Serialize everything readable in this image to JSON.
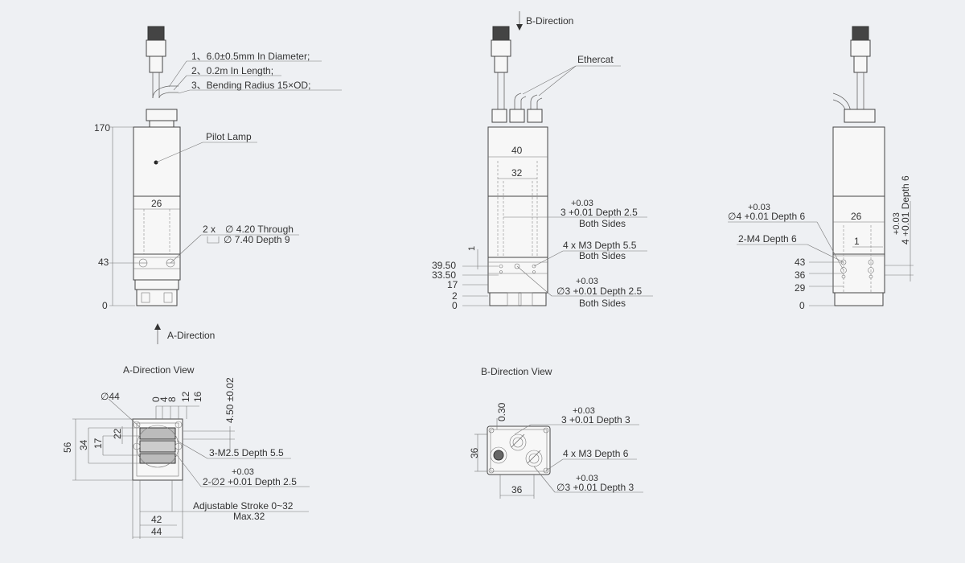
{
  "notes": [
    "1、6.0±0.5mm In Diameter;",
    "2、0.2m In Length;",
    "3、Bending Radius 15×OD;"
  ],
  "labels": {
    "pilot_lamp": "Pilot Lamp",
    "a_direction": "A-Direction",
    "b_direction": "B-Direction",
    "ethercat": "Ethercat",
    "a_view_title": "A-Direction View",
    "b_view_title": "B-Direction View"
  },
  "front_view": {
    "dims": [
      "170",
      "43",
      "0",
      "26"
    ],
    "hole_callout_1": "2 x",
    "hole_callout_2": "∅ 4.20 Through",
    "hole_callout_3": "∅ 7.40 Depth 9"
  },
  "side_view": {
    "dims": [
      "40",
      "32",
      "1",
      "39.50",
      "33.50",
      "17",
      "2",
      "0"
    ],
    "tol_1": [
      "+0.03",
      "3 +0.01 Depth 2.5",
      "Both Sides"
    ],
    "m3_1": [
      "4 x M3 Depth 5.5",
      "Both Sides"
    ],
    "tol_2": [
      "+0.03",
      "∅3 +0.01 Depth 2.5",
      "Both Sides"
    ]
  },
  "right_view": {
    "tol_1": [
      "+0.03",
      "∅4 +0.01 Depth 6"
    ],
    "m4": "2-M4 Depth 6",
    "dims": [
      "26",
      "1",
      "43",
      "36",
      "29",
      "0"
    ],
    "vertical_tol": [
      "+0.03",
      "4 +0.01 Depth 6"
    ]
  },
  "a_view": {
    "dims_top": [
      "0",
      "4",
      "8",
      "12",
      "16"
    ],
    "dia": "∅44",
    "vert_tol": "4.50 ±0.02",
    "left_dims": [
      "56",
      "34",
      "17",
      "22"
    ],
    "m25": "3-M2.5 Depth 5.5",
    "tol": [
      "+0.03",
      "2-∅2 +0.01 Depth 2.5"
    ],
    "stroke": [
      "Adjustable Stroke 0~32",
      "Max.32"
    ],
    "bottom_dims": [
      "42",
      "44"
    ]
  },
  "b_view": {
    "dims": [
      "0.30",
      "36",
      "36"
    ],
    "tol_1": [
      "+0.03",
      "3 +0.01 Depth 3"
    ],
    "m3": "4 x M3 Depth 6",
    "tol_2": [
      "+0.03",
      "∅3 +0.01 Depth 3"
    ]
  }
}
